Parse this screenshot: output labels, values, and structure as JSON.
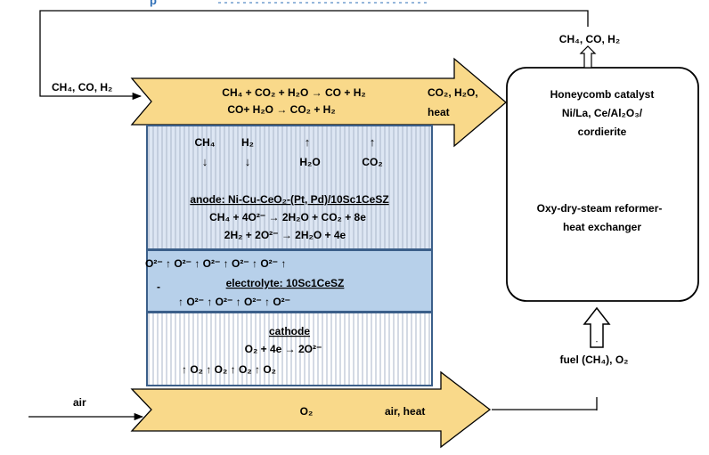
{
  "top_banner_text": "p",
  "colors": {
    "arrow_fill": "#f9d98a",
    "anode_fill": "#dde6f3",
    "electrolyte_fill": "#b7d0ea",
    "cathode_fill": "#ffffff",
    "stripe": "#a9b6c8",
    "cell_border": "#3b5f8a",
    "banner_text": "#2e6fb7"
  },
  "fuel_channel": {
    "inlet_label": "CH₄, CO, H₂",
    "reaction_1": "CH₄ + CO₂ + H₂O → CO + H₂",
    "reaction_2": "CO+ H₂O → CO₂ + H₂",
    "outlet_label_1": "CO₂, H₂O,",
    "outlet_label_2": "heat"
  },
  "anode": {
    "species": [
      {
        "label": "CH₄",
        "direction": "down",
        "arrow": "↓"
      },
      {
        "label": "H₂",
        "direction": "down",
        "arrow": "↓"
      },
      {
        "label": "H₂O",
        "direction": "up",
        "arrow": "↑"
      },
      {
        "label": "CO₂",
        "direction": "up",
        "arrow": "↑"
      }
    ],
    "title": "anode: Ni-Cu-CeO₂-(Pt, Pd)/10Sc1CeSZ",
    "reaction_1": "CH₄ + 4O²⁻ → 2H₂O + CO₂ + 8e",
    "reaction_2": "2H₂ + 2O²⁻ → 2H₂O + 4e"
  },
  "electrolyte": {
    "top_row": "O²⁻   ↑   O²⁻   ↑   O²⁻   ↑   O²⁻   ↑   O²⁻   ↑",
    "title": "electrolyte: 10Sc1CeSZ",
    "side_mark": "-",
    "bottom_row": "↑   O²⁻   ↑   O²⁻   ↑   O²⁻   ↑   O²⁻"
  },
  "cathode": {
    "title": "cathode",
    "reaction": "O₂ + 4e  → 2O²⁻",
    "flux_row": "↑  O₂   ↑   O₂   ↑   O₂   ↑  O₂"
  },
  "air_channel": {
    "inlet_label": "air",
    "middle_label": "O₂",
    "outlet_label": "air, heat"
  },
  "reformer": {
    "line_1": "Honeycomb catalyst",
    "line_2": "Ni/La, Ce/Al₂O₃/",
    "line_3": "cordierite",
    "line_4": "Oxy-dry-steam reformer-",
    "line_5": "heat exchanger",
    "top_output_label": "CH₄, CO, H₂",
    "bottom_input_label": "fuel (CH₄), O₂",
    "input_arrow_mark": "-"
  }
}
